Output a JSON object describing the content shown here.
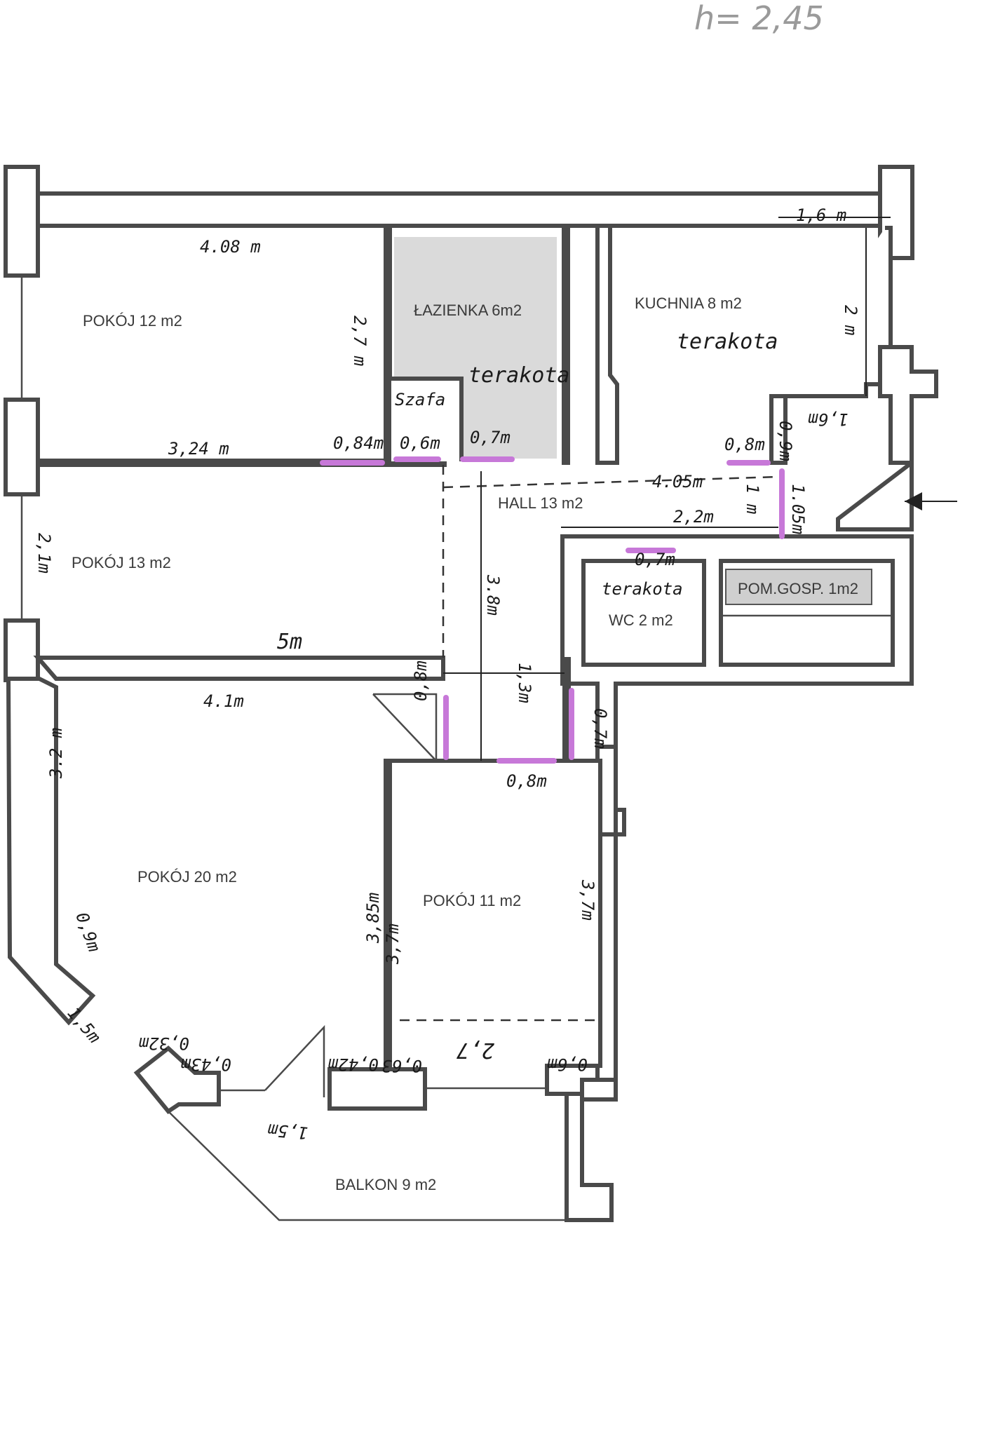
{
  "height_note": "h= 2,45",
  "rooms": {
    "pokoj12": "POKÓJ  12 m2",
    "lazienka": "ŁAZIENKA 6m2",
    "kuchnia": "KUCHNIA  8 m2",
    "hall": "HALL  13 m2",
    "pokoj13": "POKÓJ  13 m2",
    "wc": "WC 2 m2",
    "pom_gosp": "POM.GOSP. 1m2",
    "pokoj20": "POKÓJ  20 m2",
    "pokoj11": "POKÓJ  11 m2",
    "balkon": "BALKON  9 m2"
  },
  "notes": {
    "terakota_lazienka": "terakota",
    "terakota_kuchnia": "terakota",
    "terakota_wc": "terakota",
    "szafa": "Szafa"
  },
  "dimensions": {
    "d_408": "4.08 m",
    "d_27": "2,7 m",
    "d_324": "3,24 m",
    "d_084": "0,84m",
    "d_06": "0,6m",
    "d_07": "0,7m",
    "d_16": "1,6 m",
    "d_2": "2 m",
    "d_16b": "1,6m",
    "d_08": "0,8m",
    "d_09": "0,9m",
    "d_405": "4.05m",
    "d_22": "2,2m",
    "d_1": "1 m",
    "d_105": "1.05m",
    "d_21": "2,1m",
    "d_07wc": "0,7m",
    "d_38": "3.8m",
    "d_13": "1,3m",
    "d_5": "5m",
    "d_41": "4.1m",
    "d_08b": "0,8m",
    "d_07b": "0,7m",
    "d_08c": "0,8m",
    "d_32": "3.2 m",
    "d_385": "3,85m",
    "d_37": "3,7m",
    "d_37b": "3,7m",
    "d_09b": "0,9m",
    "d_15": "1,5m",
    "d_032": "0,32m",
    "d_043": "0,43m",
    "d_042": "0,42m",
    "d_063": "0,63",
    "d_27b": "2,7",
    "d_06b": "0,6m",
    "d_15b": "1,5m"
  }
}
